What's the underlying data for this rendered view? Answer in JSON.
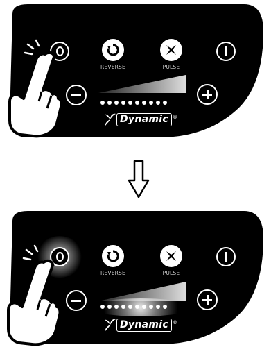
{
  "panels": {
    "top": {
      "reverse_label": "REVERSE",
      "pulse_label": "PULSE",
      "logo": "Dynamic",
      "logo_mark": "®"
    },
    "bottom": {
      "reverse_label": "REVERSE",
      "pulse_label": "PULSE",
      "logo": "Dynamic",
      "logo_mark": "®"
    }
  },
  "speed_dots": 10,
  "colors": {
    "panel": "#000000",
    "foreground": "#ffffff",
    "label": "#cfcfcf"
  },
  "icons": [
    "power-on-icon",
    "reverse-icon",
    "pulse-icon",
    "power-off-icon",
    "minus-icon",
    "plus-icon",
    "pointing-hand-icon",
    "down-arrow-icon",
    "dynamic-logo"
  ]
}
